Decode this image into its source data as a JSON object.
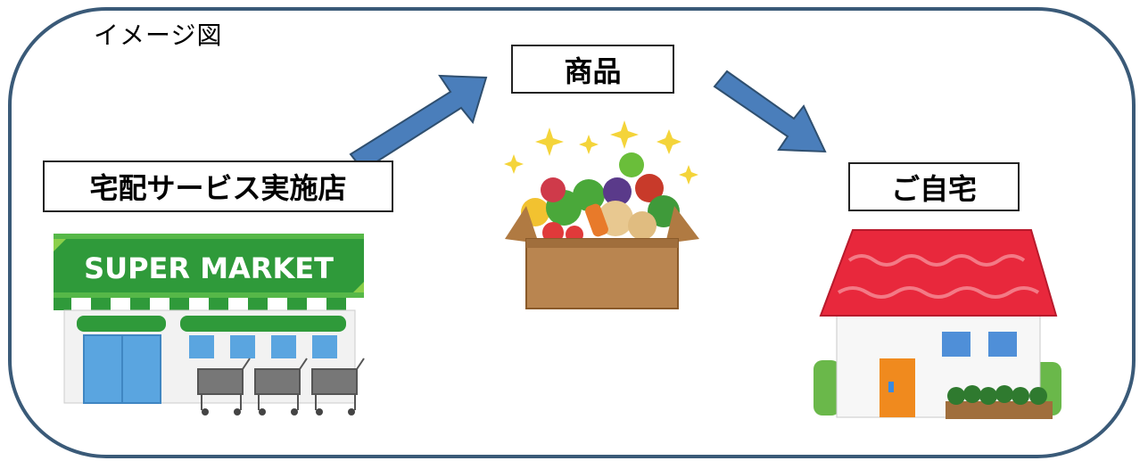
{
  "diagram": {
    "caption": "イメージ図",
    "nodes": {
      "store_label": "宅配サービス実施店",
      "product_label": "商品",
      "home_label": "ご自宅"
    },
    "store_sign_text": "SUPER MARKET",
    "colors": {
      "frame": "#3a5a78",
      "arrow": "#4a7ebb",
      "arrow_stroke": "#2f4f6f",
      "market_green": "#2f9a3a",
      "roof_red": "#e8283c"
    },
    "icons": [
      "supermarket-icon",
      "produce-box-icon",
      "house-icon",
      "arrow-right-up-icon",
      "arrow-right-down-icon"
    ]
  }
}
